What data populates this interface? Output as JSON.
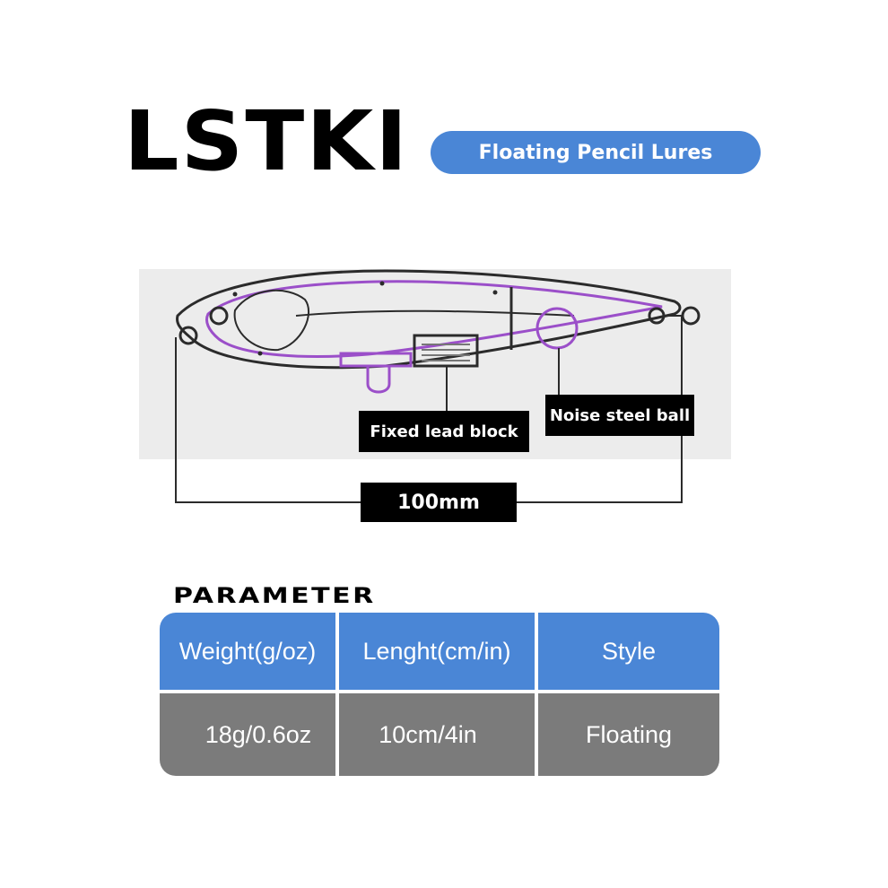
{
  "brand": {
    "name": "LSTKI"
  },
  "product": {
    "tagline": "Floating Pencil Lures"
  },
  "diagram": {
    "callouts": {
      "lead_block": "Fixed lead block",
      "steel_ball": "Noise steel ball",
      "length": "100mm"
    },
    "colors": {
      "outline": "#2b2b2b",
      "inner": "#9b4fc9",
      "panel": "#ececec"
    }
  },
  "parameter": {
    "title": "PARAMETER",
    "headers": [
      "Weight(g/oz)",
      "Lenght(cm/in)",
      "Style"
    ],
    "values": [
      "18g/0.6oz",
      "10cm/4in",
      "Floating"
    ],
    "colors": {
      "header": "#4a86d6",
      "row": "#7b7b7b"
    }
  }
}
